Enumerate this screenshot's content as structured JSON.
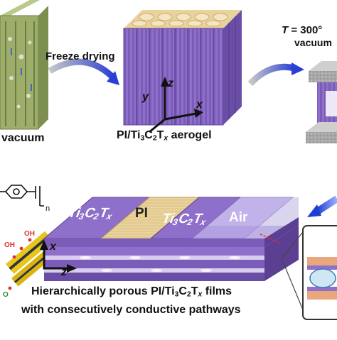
{
  "step_freeze": "Freeze drying",
  "top_left_caption": "vacuum",
  "aerogel_caption": {
    "prefix": "PI/Ti",
    "sub1": "3",
    "mid": "C",
    "sub2": "2",
    "t": "T",
    "subx": "x",
    "suffix": " aerogel"
  },
  "heat_condition": {
    "var": "T",
    "rest": " = 300°",
    "line2": "vacuum"
  },
  "axes": {
    "x": "x",
    "y": "y",
    "z": "z"
  },
  "film_layers": {
    "mxene": "Ti3C2Tx",
    "pi": "PI",
    "air": "Air"
  },
  "mxene_label": {
    "ti": "Ti",
    "s3": "3",
    "c": "C",
    "s2": "2",
    "t": "T",
    "x": "x"
  },
  "film_caption": {
    "line1_prefix": "Hierarchically porous PI/Ti",
    "s3": "3",
    "c": "C",
    "s2": "2",
    "t": "T",
    "x": "x",
    "suffix": " films",
    "line2": "with consecutively conductive pathways"
  },
  "polymer_subscript": "n",
  "molecule_atoms": {
    "oh": "OH",
    "o": "O"
  },
  "colors": {
    "purple": "#8e6fc9",
    "purple_dark": "#6a4ea6",
    "pi_tan": "#e9d29c",
    "green": "#9cae6a",
    "blue_arrow": "#2a4fd1",
    "gray": "#9b9b9b"
  }
}
